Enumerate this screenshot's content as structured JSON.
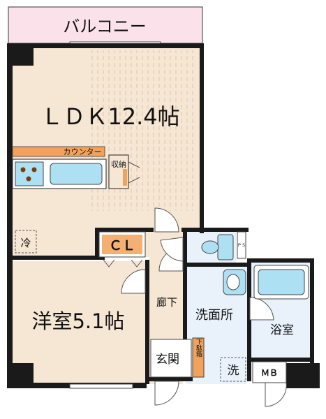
{
  "labels": {
    "balcony": "バルコニー",
    "ldk": "ＬＤＫ12.4帖",
    "counter": "カウンター",
    "storage": "収納",
    "fridge": "冷",
    "closet": "ＣＬ",
    "western_room": "洋室5.1帖",
    "hallway": "廊下",
    "entrance": "玄関",
    "shoe_box": "下駄箱",
    "washroom": "洗面所",
    "washer": "洗",
    "bathroom": "浴室",
    "meter_box": "ＭＢ",
    "pipe_space": "ＰＳ"
  },
  "colors": {
    "wood_floor": "#f6e6d4",
    "wet_area": "#e9f2fb",
    "balcony": "#fbe2ea",
    "counter": "#f2a25a",
    "closet": "#f2a25a",
    "fixture": "#aee0f4",
    "wall": "#1a1a1a"
  }
}
